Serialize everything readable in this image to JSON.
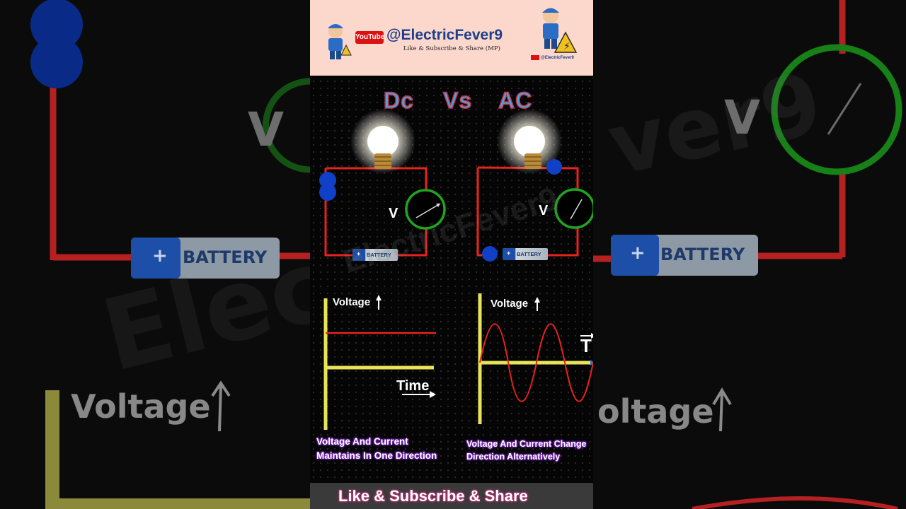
{
  "banner": {
    "channel_handle": "@ElectricFever9",
    "tagline": "Like & Subscribe & Share    (MP)",
    "youtube_badge": "YouTube",
    "small_handle": "@ElectricFever9"
  },
  "titles": {
    "dc": "Dc",
    "vs": "Vs",
    "ac": "AC"
  },
  "circuit": {
    "voltmeter_label": "V",
    "battery_label": "BATTERY",
    "battery_plus": "+"
  },
  "graphs": {
    "dc_ylabel": "Voltage",
    "dc_xlabel": "Time",
    "ac_ylabel": "Voltage",
    "ac_xlabel": "T"
  },
  "descriptions": {
    "dc_line1": "Voltage And Current",
    "dc_line2": "Maintains In One Direction",
    "ac_line1": "Voltage And Current Change",
    "ac_line2": "Direction  Alternatively"
  },
  "footer": {
    "text": "Like & Subscribe & Share"
  },
  "watermark": "ElectricFever9",
  "background": {
    "left_v": "V",
    "left_battery": "BATTERY",
    "left_plus": "+",
    "left_voltage": "Voltage",
    "left_watermark": "Elec",
    "right_v": "V",
    "right_battery": "BATTERY",
    "right_plus": "+",
    "right_voltage": "oltage",
    "right_watermark": "ver9"
  },
  "colors": {
    "wire": "#e8231c",
    "meter": "#1fa51f",
    "dot": "#1140c8",
    "axis": "#e8e45a",
    "title_fill": "#4aa0e8",
    "title_stroke": "#c8323a",
    "banner_bg": "#fbd7cc"
  },
  "icons": [
    "bulb-icon",
    "mascot-icon",
    "warning-icon",
    "youtube-icon",
    "voltmeter-icon",
    "battery-icon"
  ]
}
